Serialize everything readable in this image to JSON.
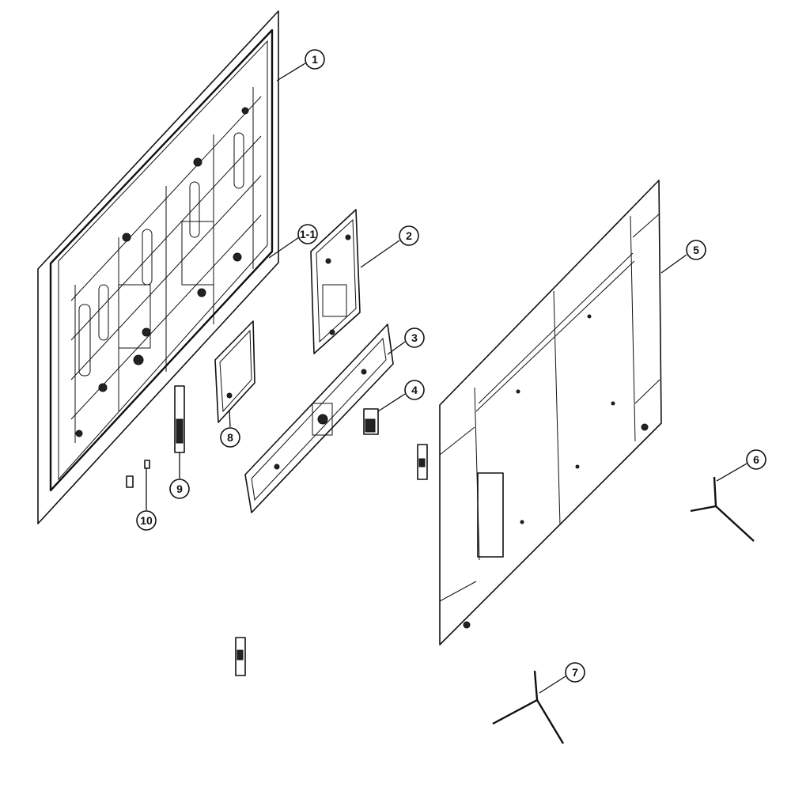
{
  "callouts": [
    {
      "id": "c1",
      "label": "1"
    },
    {
      "id": "c1b",
      "label": "1-1"
    },
    {
      "id": "c2",
      "label": "2"
    },
    {
      "id": "c3",
      "label": "3"
    },
    {
      "id": "c4",
      "label": "4"
    },
    {
      "id": "c5",
      "label": "5"
    },
    {
      "id": "c6",
      "label": "6"
    },
    {
      "id": "c7",
      "label": "7"
    },
    {
      "id": "c8",
      "label": "8"
    },
    {
      "id": "c9",
      "label": "9"
    },
    {
      "id": "c10",
      "label": "10"
    }
  ]
}
